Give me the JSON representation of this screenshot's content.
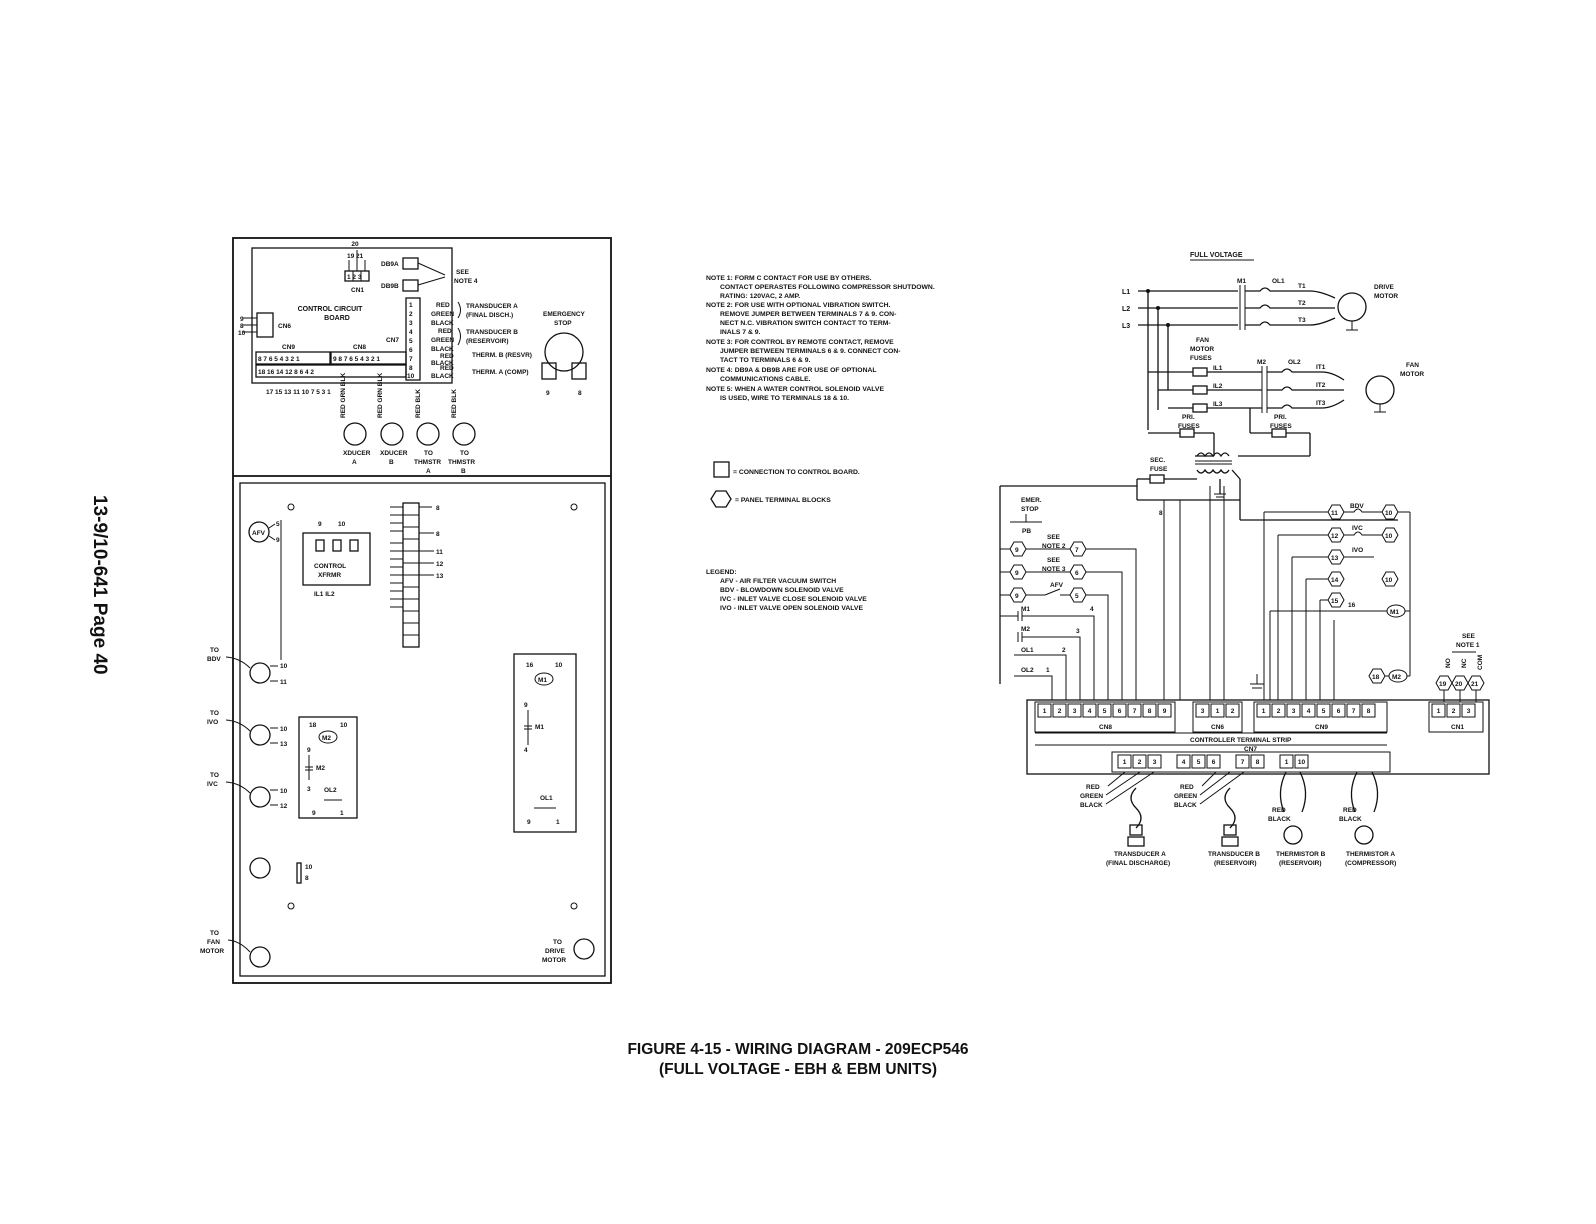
{
  "page_side_label": "13-9/10-641   Page 40",
  "caption": {
    "line1": "FIGURE 4-15  -  WIRING DIAGRAM  -  209ECP546",
    "line2": "(FULL VOLTAGE - EBH & EBM UNITS)"
  },
  "notes": [
    "NOTE 1: FORM C CONTACT FOR USE BY OTHERS.",
    "CONTACT OPERASTES FOLLOWING COMPRESSOR SHUTDOWN.",
    "RATING: 120VAC, 2 AMP.",
    "NOTE 2: FOR USE WITH OPTIONAL VIBRATION SWITCH.",
    "REMOVE JUMPER BETWEEN TERMINALS 7 & 9. CON-",
    "NECT N.C. VIBRATION SWITCH CONTACT TO TERM-",
    "INALS 7 & 9.",
    "NOTE 3: FOR CONTROL BY REMOTE CONTACT, REMOVE",
    "JUMPER BETWEEN TERMINALS 6 & 9. CONNECT CON-",
    "TACT TO TERMINALS 6 & 9.",
    "NOTE 4: DB9A & DB9B ARE FOR USE OF OPTIONAL",
    "COMMUNICATIONS CABLE.",
    "NOTE 5: WHEN A WATER CONTROL SOLENOID VALVE",
    "IS USED, WIRE TO TERMINALS 18 & 10."
  ],
  "symbol_key": {
    "square": "= CONNECTION TO CONTROL BOARD.",
    "hexagon": "= PANEL TERMINAL BLOCKS"
  },
  "legend": {
    "title": "LEGEND:",
    "items": [
      "AFV  -  AIR FILTER VACUUM SWITCH",
      "BDV  -  BLOWDOWN SOLENOID VALVE",
      "IVC  -  INLET VALVE CLOSE SOLENOID VALVE",
      "IVO  -  INLET VALVE OPEN SOLENOID VALVE"
    ]
  },
  "left_panel": {
    "board_label_1": "CONTROL CIRCUIT",
    "board_label_2": "BOARD",
    "cn1": "CN1",
    "cn6": "CN6",
    "cn7": "CN7",
    "cn8": "CN8",
    "cn9": "CN9",
    "db9a": "DB9A",
    "db9b": "DB9B",
    "see_note": "SEE",
    "note4": "NOTE 4",
    "terminal_20": "20",
    "transducer_a": "TRANSDUCER A",
    "final_disch": "(FINAL DISCH.)",
    "transducer_b": "TRANSDUCER B",
    "reservoir": "(RESERVOIR)",
    "therm_b": "THERM. B (RESVR)",
    "therm_a": "THERM. A (COMP)",
    "emergency_stop_1": "EMERGENCY",
    "emergency_stop_2": "STOP",
    "wire_red": "RED",
    "wire_green": "GREEN",
    "wire_black": "BLACK",
    "xducer_a_1": "XDUCER",
    "xducer_a_2": "A",
    "xducer_b_1": "XDUCER",
    "xducer_b_2": "B",
    "thmstr_a_1": "TO",
    "thmstr_a_2": "THMSTR",
    "thmstr_a_3": "A",
    "thmstr_b_1": "TO",
    "thmstr_b_2": "THMSTR",
    "thmstr_b_3": "B",
    "afv": "AFV",
    "control_xfrmr_1": "CONTROL",
    "control_xfrmr_2": "XFRMR",
    "il1_il2": "IL1   IL2",
    "to_bdv_1": "TO",
    "to_bdv_2": "BDV",
    "to_ivo_1": "TO",
    "to_ivo_2": "IVO",
    "to_ivc_1": "TO",
    "to_ivc_2": "IVC",
    "to_fan_1": "TO",
    "to_fan_2": "FAN",
    "to_fan_3": "MOTOR",
    "to_drive_1": "TO",
    "to_drive_2": "DRIVE",
    "to_drive_3": "MOTOR",
    "m1": "M1",
    "m2": "M2",
    "ol1": "OL1",
    "ol2": "OL2"
  },
  "right_panel": {
    "full_voltage": "FULL VOLTAGE",
    "l1": "L1",
    "l2": "L2",
    "l3": "L3",
    "m1": "M1",
    "ol1": "OL1",
    "t1": "T1",
    "t2": "T2",
    "t3": "T3",
    "drive_motor_1": "DRIVE",
    "drive_motor_2": "MOTOR",
    "fan_motor_fuses_1": "FAN",
    "fan_motor_fuses_2": "MOTOR",
    "fan_motor_fuses_3": "FUSES",
    "il1": "IL1",
    "il2": "IL2",
    "il3": "IL3",
    "m2": "M2",
    "ol2": "OL2",
    "it1": "IT1",
    "it2": "IT2",
    "it3": "IT3",
    "fan_motor_1": "FAN",
    "fan_motor_2": "MOTOR",
    "pri_fuses_1": "PRI.",
    "pri_fuses_2": "FUSES",
    "sec_fuse_1": "SEC.",
    "sec_fuse_2": "FUSE",
    "emer_stop_1": "EMER.",
    "emer_stop_2": "STOP",
    "pb": "PB",
    "see_note_2a": "SEE",
    "see_note_2b": "NOTE 2",
    "see_note_3a": "SEE",
    "see_note_3b": "NOTE 3",
    "afv": "AFV",
    "bdv": "BDV",
    "ivc": "IVC",
    "ivo": "IVO",
    "see_note_1a": "SEE",
    "see_note_1b": "NOTE 1",
    "no": "NO",
    "nc": "NC",
    "com": "COM",
    "cn8": "CN8",
    "cn6": "CN6",
    "cn9": "CN9",
    "cn1": "CN1",
    "cn7": "CN7",
    "controller_strip": "CONTROLLER TERMINAL STRIP",
    "red": "RED",
    "green": "GREEN",
    "black": "BLACK",
    "transducer_a_1": "TRANSDUCER A",
    "transducer_a_2": "(FINAL DISCHARGE)",
    "transducer_b_1": "TRANSDUCER B",
    "transducer_b_2": "(RESERVOIR)",
    "thermistor_b_1": "THERMISTOR B",
    "thermistor_b_2": "(RESERVOIR)",
    "thermistor_a_1": "THERMISTOR A",
    "thermistor_a_2": "(COMPRESSOR)"
  }
}
